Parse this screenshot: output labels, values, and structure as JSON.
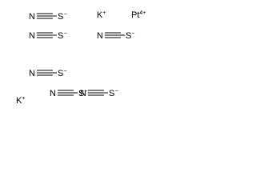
{
  "species": {
    "thiocyanate": {
      "nitrogen": "N",
      "sulfur": "S",
      "charge": "−",
      "bond": "triple"
    },
    "potassium": {
      "symbol": "K",
      "charge": "+"
    },
    "platinum": {
      "symbol": "Pt",
      "charge": "4+"
    }
  },
  "counts": {
    "thiocyanate": 6,
    "potassium": 2,
    "platinum": 1
  }
}
